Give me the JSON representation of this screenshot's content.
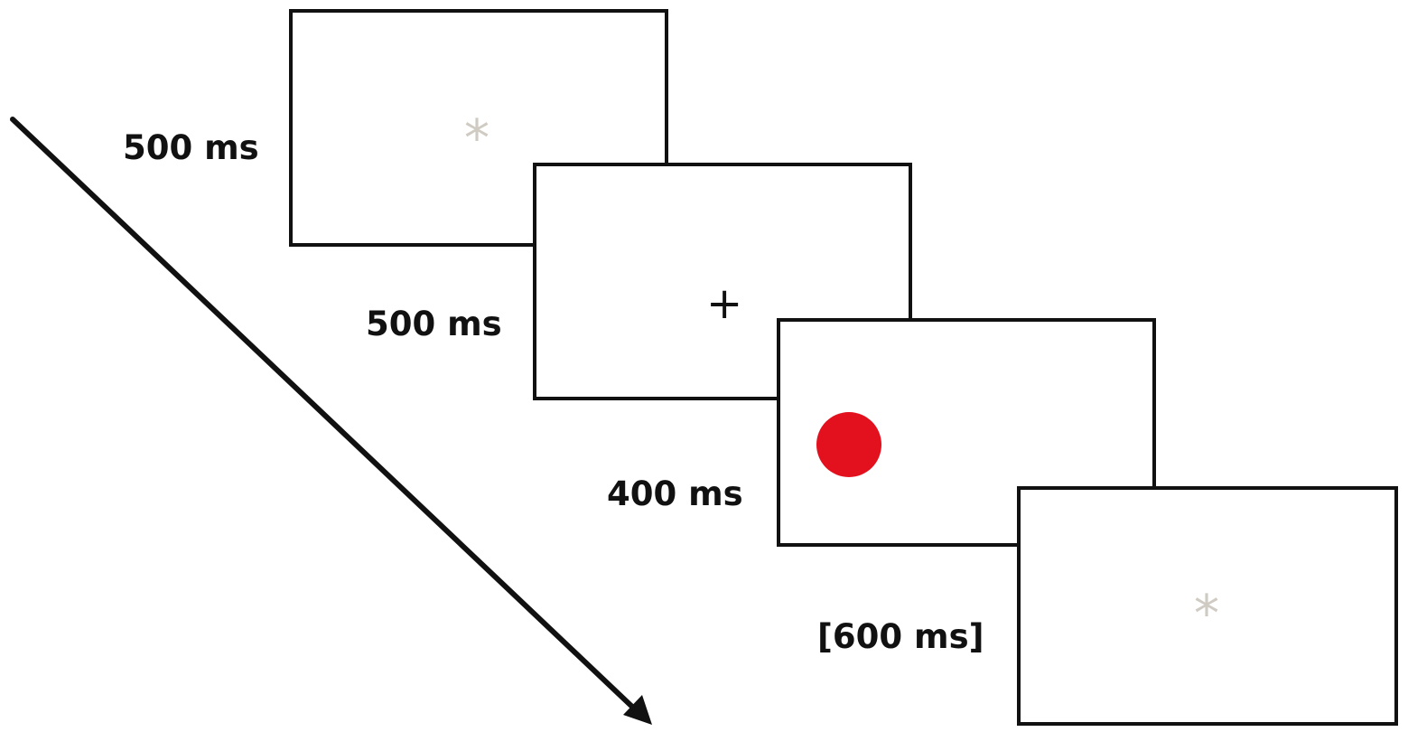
{
  "trial_sequence": [
    {
      "duration_label": "500 ms",
      "content_icon": "asterisk-icon",
      "content_glyph": "*"
    },
    {
      "duration_label": "500 ms",
      "content_icon": "fixation-cross-icon",
      "content_glyph": "+"
    },
    {
      "duration_label": "400 ms",
      "content_icon": "red-dot-icon",
      "stimulus_color": "#e3101e"
    },
    {
      "duration_label": "[600 ms]",
      "content_icon": "asterisk-icon",
      "content_glyph": "*"
    }
  ],
  "colors": {
    "frame_border": "#111111",
    "asterisk": "#cfcbc2",
    "stimulus": "#e3101e",
    "arrow": "#111111"
  },
  "timeline_icon": "time-arrow-icon"
}
